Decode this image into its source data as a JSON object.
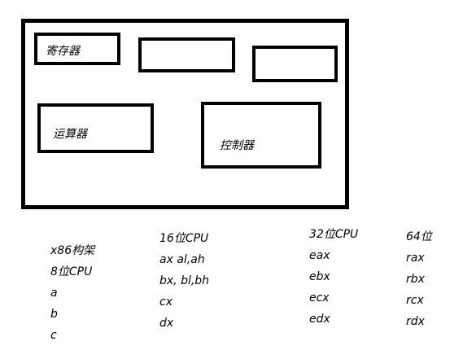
{
  "cpu_diagram": {
    "register_label": "寄存器",
    "alu_label": "运算器",
    "control_label": "控制器"
  },
  "columns": {
    "x86": [
      "x86构架",
      "8位CPU",
      "a",
      "b",
      "c"
    ],
    "bit16": [
      "16位CPU",
      "ax al,ah",
      "bx, bl,bh",
      "cx",
      "dx"
    ],
    "bit32": [
      "32位CPU",
      "eax",
      "ebx",
      "ecx",
      "edx"
    ],
    "bit64": [
      "64位",
      "rax",
      "rbx",
      "rcx",
      "rdx"
    ]
  }
}
